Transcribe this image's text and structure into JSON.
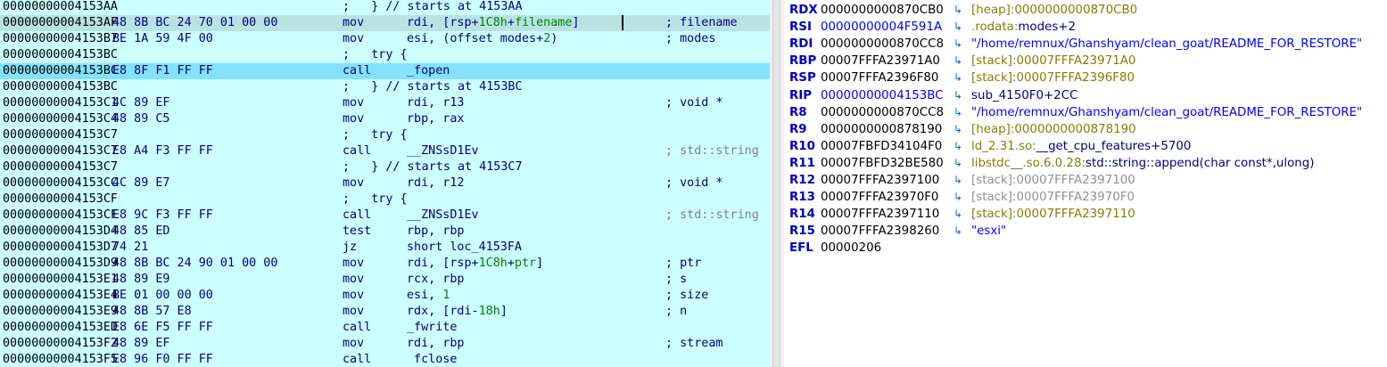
{
  "disassembly": {
    "rows": [
      {
        "addr": "00000000004153AA",
        "bytes": "",
        "text": ";   } // starts at 4153AA",
        "kind": "comment"
      },
      {
        "addr": "00000000004153AF",
        "bytes": "48 8B BC 24 70 01 00 00",
        "mnemonic": "mov",
        "op_a": "rdi, [rsp+",
        "op_b": "1C8h",
        "op_c": "+",
        "op_d": "filename",
        "op_e": "]",
        "comment": "; filename",
        "highlight": "gray"
      },
      {
        "addr": "00000000004153B7",
        "bytes": "BE 1A 59 4F 00",
        "mnemonic": "mov",
        "op_a": "esi, (offset modes+",
        "op_b": "2",
        "op_c": ")",
        "comment": "; modes"
      },
      {
        "addr": "00000000004153BC",
        "bytes": "",
        "text": ";   try {",
        "kind": "comment"
      },
      {
        "addr": "00000000004153BC",
        "bytes": "E8 8F F1 FF FF",
        "mnemonic": "call",
        "op_a": "_fopen",
        "highlight": "current"
      },
      {
        "addr": "00000000004153BC",
        "bytes": "",
        "text": ";   } // starts at 4153BC",
        "kind": "comment"
      },
      {
        "addr": "00000000004153C1",
        "bytes": "4C 89 EF",
        "mnemonic": "mov",
        "op_a": "rdi, r13",
        "comment": "; void *"
      },
      {
        "addr": "00000000004153C4",
        "bytes": "48 89 C5",
        "mnemonic": "mov",
        "op_a": "rbp, rax"
      },
      {
        "addr": "00000000004153C7",
        "bytes": "",
        "text": ";   try {",
        "kind": "comment"
      },
      {
        "addr": "00000000004153C7",
        "bytes": "E8 A4 F3 FF FF",
        "mnemonic": "call",
        "op_a": "__ZNSsD1Ev",
        "comment": "; std::string",
        "comment_gray": true
      },
      {
        "addr": "00000000004153C7",
        "bytes": "",
        "text": ";   } // starts at 4153C7",
        "kind": "comment"
      },
      {
        "addr": "00000000004153CC",
        "bytes": "4C 89 E7",
        "mnemonic": "mov",
        "op_a": "rdi, r12",
        "comment": "; void *"
      },
      {
        "addr": "00000000004153CF",
        "bytes": "",
        "text": ";   try {",
        "kind": "comment"
      },
      {
        "addr": "00000000004153CF",
        "bytes": "E8 9C F3 FF FF",
        "mnemonic": "call",
        "op_a": "__ZNSsD1Ev",
        "comment": "; std::string",
        "comment_gray": true
      },
      {
        "addr": "00000000004153D4",
        "bytes": "48 85 ED",
        "mnemonic": "test",
        "op_a": "rbp, rbp"
      },
      {
        "addr": "00000000004153D7",
        "bytes": "74 21",
        "mnemonic": "jz",
        "op_a": "short loc_4153FA"
      },
      {
        "addr": "00000000004153D9",
        "bytes": "48 8B BC 24 90 01 00 00",
        "mnemonic": "mov",
        "op_a": "rdi, [rsp+",
        "op_b": "1C8h",
        "op_c": "+",
        "op_d": "ptr",
        "op_e": "]",
        "comment": "; ptr"
      },
      {
        "addr": "00000000004153E1",
        "bytes": "48 89 E9",
        "mnemonic": "mov",
        "op_a": "rcx, rbp",
        "comment": "; s"
      },
      {
        "addr": "00000000004153E4",
        "bytes": "BE 01 00 00 00",
        "mnemonic": "mov",
        "op_a": "esi, ",
        "op_b": "1",
        "comment": "; size"
      },
      {
        "addr": "00000000004153E9",
        "bytes": "48 8B 57 E8",
        "mnemonic": "mov",
        "op_a": "rdx, [rdi-",
        "op_b": "18h",
        "op_c": "]",
        "comment": "; n"
      },
      {
        "addr": "00000000004153ED",
        "bytes": "E8 6E F5 FF FF",
        "mnemonic": "call",
        "op_a": "_fwrite"
      },
      {
        "addr": "00000000004153F2",
        "bytes": "48 89 EF",
        "mnemonic": "mov",
        "op_a": "rdi, rbp",
        "comment": "; stream"
      },
      {
        "addr": "00000000004153F5",
        "bytes": "E8 96 F0 FF FF",
        "mnemonic": "call",
        "op_a": " fclose"
      }
    ]
  },
  "registers": [
    {
      "name": "RDX",
      "value": "0000000000870CB0",
      "value_style": "black",
      "ref": [
        {
          "t": "[heap]:0000000000870CB0",
          "c": "heap"
        }
      ]
    },
    {
      "name": "RSI",
      "value": "00000000004F591A",
      "value_style": "blue",
      "ref": [
        {
          "t": ".rodata:",
          "c": "rodata"
        },
        {
          "t": "modes+2",
          "c": "navy"
        }
      ]
    },
    {
      "name": "RDI",
      "value": "0000000000870CC8",
      "value_style": "black",
      "ref": [
        {
          "t": "\"/home/remnux/Ghanshyam/clean_goat/README_FOR_RESTORE\"",
          "c": "strg"
        }
      ]
    },
    {
      "name": "RBP",
      "value": "00007FFFA23971A0",
      "value_style": "black",
      "ref": [
        {
          "t": "[stack]:00007FFFA23971A0",
          "c": "stack"
        }
      ]
    },
    {
      "name": "RSP",
      "value": "00007FFFA2396F80",
      "value_style": "black",
      "ref": [
        {
          "t": "[stack]:00007FFFA2396F80",
          "c": "stack"
        }
      ]
    },
    {
      "name": "RIP",
      "value": "00000000004153BC",
      "value_style": "blue",
      "ref": [
        {
          "t": "sub_4150F0+2CC",
          "c": "navy"
        }
      ]
    },
    {
      "name": "R8",
      "value": "0000000000870CC8",
      "value_style": "black",
      "ref": [
        {
          "t": "\"/home/remnux/Ghanshyam/clean_goat/README_FOR_RESTORE\"",
          "c": "strg"
        }
      ]
    },
    {
      "name": "R9",
      "value": "0000000000878190",
      "value_style": "black",
      "ref": [
        {
          "t": "[heap]:0000000000878190",
          "c": "heap"
        }
      ]
    },
    {
      "name": "R10",
      "value": "00007FBFD34104F0",
      "value_style": "black",
      "ref": [
        {
          "t": "ld_2.31.so:",
          "c": "lib"
        },
        {
          "t": "__get_cpu_features+5700",
          "c": "navy"
        }
      ]
    },
    {
      "name": "R11",
      "value": "00007FBFD32BE580",
      "value_style": "black",
      "ref": [
        {
          "t": "libstdc__.so.6.0.28:",
          "c": "lib"
        },
        {
          "t": "std::string::append(char const*,ulong)",
          "c": "navy"
        }
      ]
    },
    {
      "name": "R12",
      "value": "00007FFFA2397100",
      "value_style": "black",
      "ref": [
        {
          "t": "[stack]:00007FFFA2397100",
          "c": "stack-gray"
        }
      ]
    },
    {
      "name": "R13",
      "value": "00007FFFA23970F0",
      "value_style": "black",
      "ref": [
        {
          "t": "[stack]:00007FFFA23970F0",
          "c": "stack-gray"
        }
      ]
    },
    {
      "name": "R14",
      "value": "00007FFFA2397110",
      "value_style": "black",
      "ref": [
        {
          "t": "[stack]:00007FFFA2397110",
          "c": "stack"
        }
      ]
    },
    {
      "name": "R15",
      "value": "00007FFFA2398260",
      "value_style": "black",
      "ref": [
        {
          "t": "\"esxi\"",
          "c": "strg"
        }
      ]
    },
    {
      "name": "EFL",
      "value": "00000206",
      "value_style": "black",
      "ref": []
    }
  ],
  "icons": {
    "register_arrow": "return-arrow-icon",
    "arrow_glyph": "↳"
  }
}
